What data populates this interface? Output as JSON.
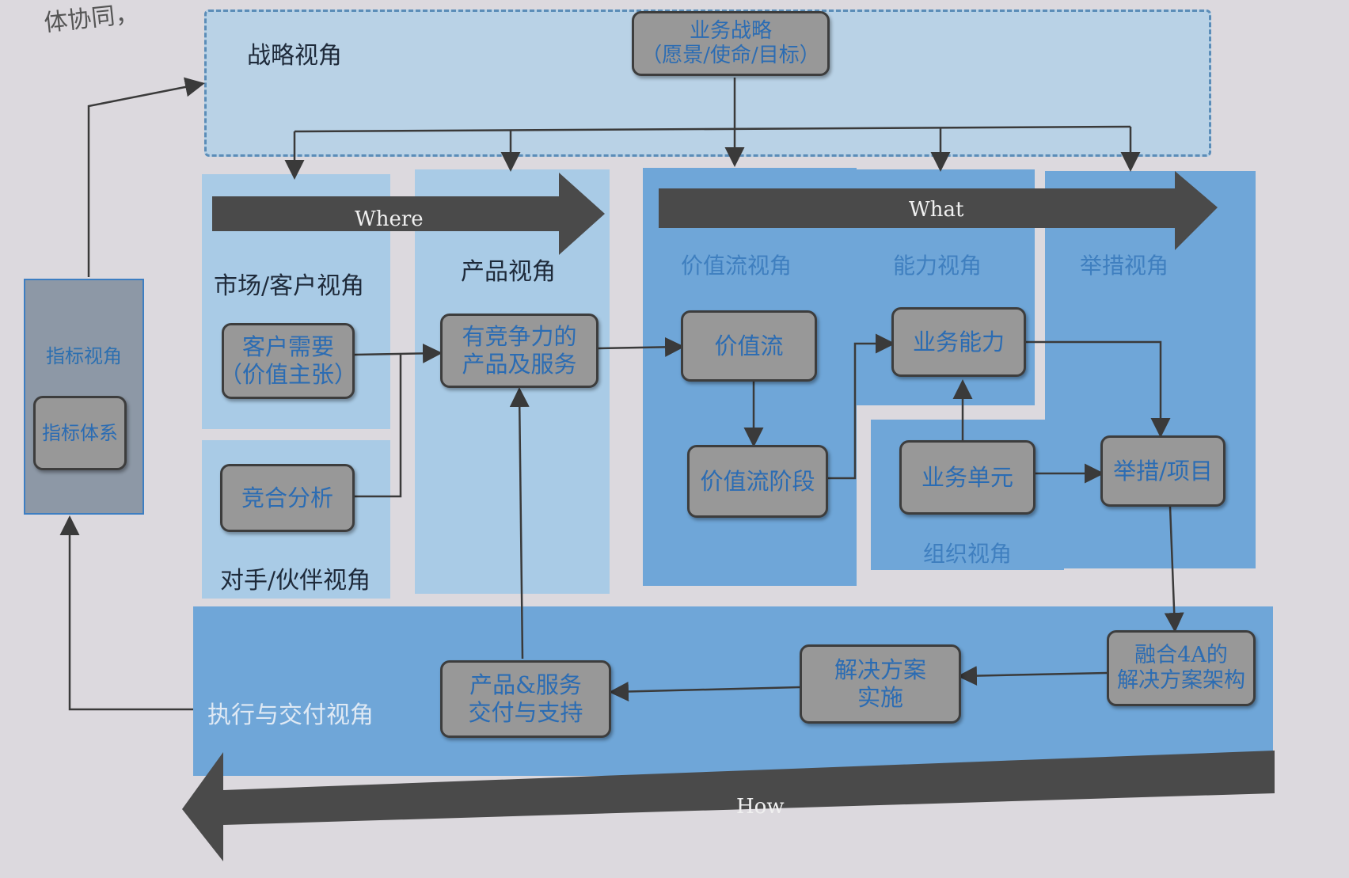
{
  "header_fragment": "体协同，",
  "strategy": {
    "view_label": "战略视角",
    "node_line1": "业务战略",
    "node_line2": "（愿景/使命/目标）"
  },
  "metrics": {
    "view_label": "指标视角",
    "node": "指标体系"
  },
  "arrows": {
    "where": "Where",
    "what": "What",
    "how": "How"
  },
  "views": {
    "market_customer": "市场/客户视角",
    "rival_partner": "对手/伙伴视角",
    "product": "产品视角",
    "value_stream": "价值流视角",
    "capability": "能力视角",
    "initiative": "举措视角",
    "organization": "组织视角",
    "execution": "执行与交付视角"
  },
  "nodes": {
    "customer_need": [
      "客户需要",
      "（价值主张）"
    ],
    "competition": [
      "竞合分析"
    ],
    "competitive_product": [
      "有竞争力的",
      "产品及服务"
    ],
    "value_stream": [
      "价值流"
    ],
    "value_stream_stage": [
      "价值流阶段"
    ],
    "business_capability": [
      "业务能力"
    ],
    "business_unit": [
      "业务单元"
    ],
    "initiative_project": [
      "举措/项目"
    ],
    "solution_architecture": [
      "融合4A的",
      "解决方案架构"
    ],
    "solution_impl": [
      "解决方案",
      "实施"
    ],
    "product_delivery": [
      "产品&服务",
      "交付与支持"
    ]
  }
}
